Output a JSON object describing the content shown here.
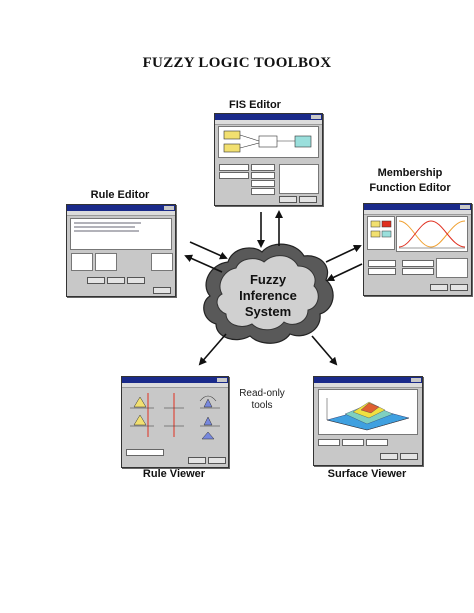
{
  "title": "FUZZY LOGIC TOOLBOX",
  "center": {
    "line1": "Fuzzy",
    "line2": "Inference",
    "line3": "System"
  },
  "tools": {
    "fis_editor": "FIS Editor",
    "rule_editor": "Rule Editor",
    "mf_editor_line1": "Membership",
    "mf_editor_line2": "Function Editor",
    "rule_viewer": "Rule Viewer",
    "surface_viewer": "Surface Viewer"
  },
  "note": {
    "line1": "Read-only",
    "line2": "tools"
  },
  "colors": {
    "window_titlebar": "#1a2a8a",
    "window_body": "#c8c8c8",
    "mf_red": "#e03020",
    "mf_orange": "#f0a030",
    "cloud": "#595959",
    "yellow": "#f2e070"
  }
}
